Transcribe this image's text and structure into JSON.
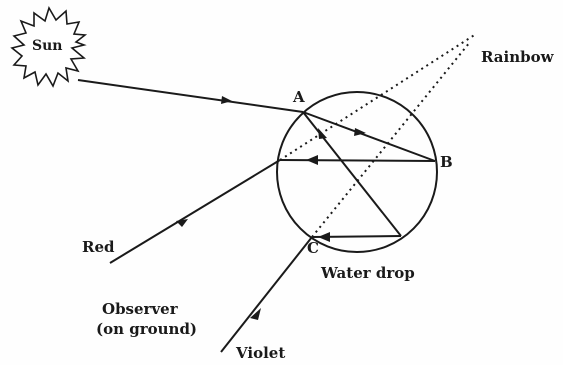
{
  "diagram": {
    "sun_label": "Sun",
    "rainbow_label": "Rainbow",
    "point_a": "A",
    "point_b": "B",
    "point_c": "C",
    "red_label": "Red",
    "water_drop_label": "Water drop",
    "observer_line1": "Observer",
    "observer_line2": "(on ground)",
    "violet_label": "Violet",
    "ink_color": "#1a1a1a"
  }
}
